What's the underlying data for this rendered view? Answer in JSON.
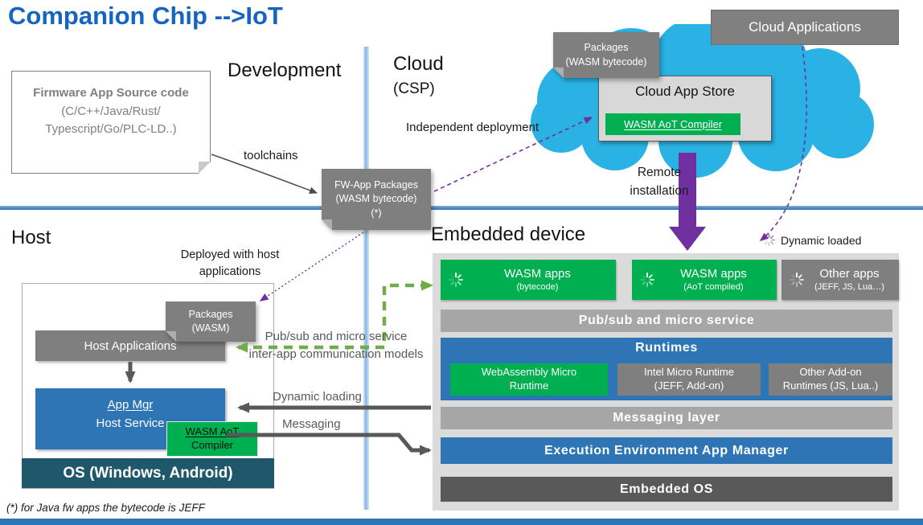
{
  "title": "Companion Chip -->IoT",
  "sections": {
    "development": "Development",
    "cloud": "Cloud",
    "cloud_sub": "(CSP)",
    "host": "Host",
    "embedded_device": "Embedded device"
  },
  "firmware_box": {
    "line1": "Firmware App Source code",
    "line2": "(C/C++/Java/Rust/",
    "line3": "Typescript/Go/PLC-LD..)"
  },
  "notes": {
    "packages_bytecode": {
      "line1": "Packages",
      "line2": "(WASM bytecode)"
    },
    "fw_app_packages": {
      "line1": "FW-App Packages",
      "line2": "(WASM bytecode)",
      "line3": "(*)"
    },
    "packages_wasm": {
      "line1": "Packages",
      "line2": "(WASM)"
    }
  },
  "labels": {
    "toolchains": "toolchains",
    "independent_deployment": "Independent deployment",
    "remote_line1": "Remote",
    "remote_line2": "installation",
    "deployed_line1": "Deployed with host",
    "deployed_line2": "applications",
    "pubsub_line1": "Pub/sub and micro service",
    "pubsub_line2": "inter-app communication models",
    "dynamic_loading": "Dynamic loading",
    "messaging": "Messaging",
    "dynamic_loaded": "Dynamic loaded",
    "footnote": "(*) for Java fw apps the bytecode is JEFF"
  },
  "cloud_area": {
    "cloud_applications": "Cloud Applications",
    "cloud_app_store": "Cloud App Store",
    "wasm_aot_compiler": "WASM AoT Compiler"
  },
  "host_area": {
    "host_applications": "Host Applications",
    "app_mgr_line1": "App Mgr",
    "app_mgr_line2": "Host Service",
    "compiler_line1": "WASM AoT",
    "compiler_line2": "Compiler",
    "os_bar": "OS (Windows, Android)"
  },
  "embedded_area": {
    "apps": [
      {
        "title": "WASM apps",
        "subtitle": "(bytecode)"
      },
      {
        "title": "WASM apps",
        "subtitle": "(AoT compiled)"
      },
      {
        "title": "Other apps",
        "subtitle": "(JEFF, JS, Lua…)"
      }
    ],
    "pubsub_bar": "Pub/sub and micro service",
    "runtimes_label": "Runtimes",
    "runtimes": [
      {
        "line1": "WebAssembly Micro",
        "line2": "Runtime"
      },
      {
        "line1": "Intel Micro Runtime",
        "line2": "(JEFF, Add-on)"
      },
      {
        "line1": "Other Add-on",
        "line2": "Runtimes (JS, Lua..)"
      }
    ],
    "messaging_bar": "Messaging layer",
    "exec_env_bar": "Execution Environment App Manager",
    "embedded_os_bar": "Embedded OS"
  },
  "colors": {
    "title_blue": "#1565C0",
    "accent_blue": "#2E75B6",
    "green": "#00B050",
    "arrow_green": "#70AD47",
    "purple": "#7030A0",
    "gray_box": "#7F7F7F",
    "light_gray_bar": "#A6A6A6",
    "dark_gray_bar": "#595959",
    "os_teal": "#20586B",
    "cloud_cyan": "#29B2E3",
    "panel_gray": "#DBDBDB"
  }
}
